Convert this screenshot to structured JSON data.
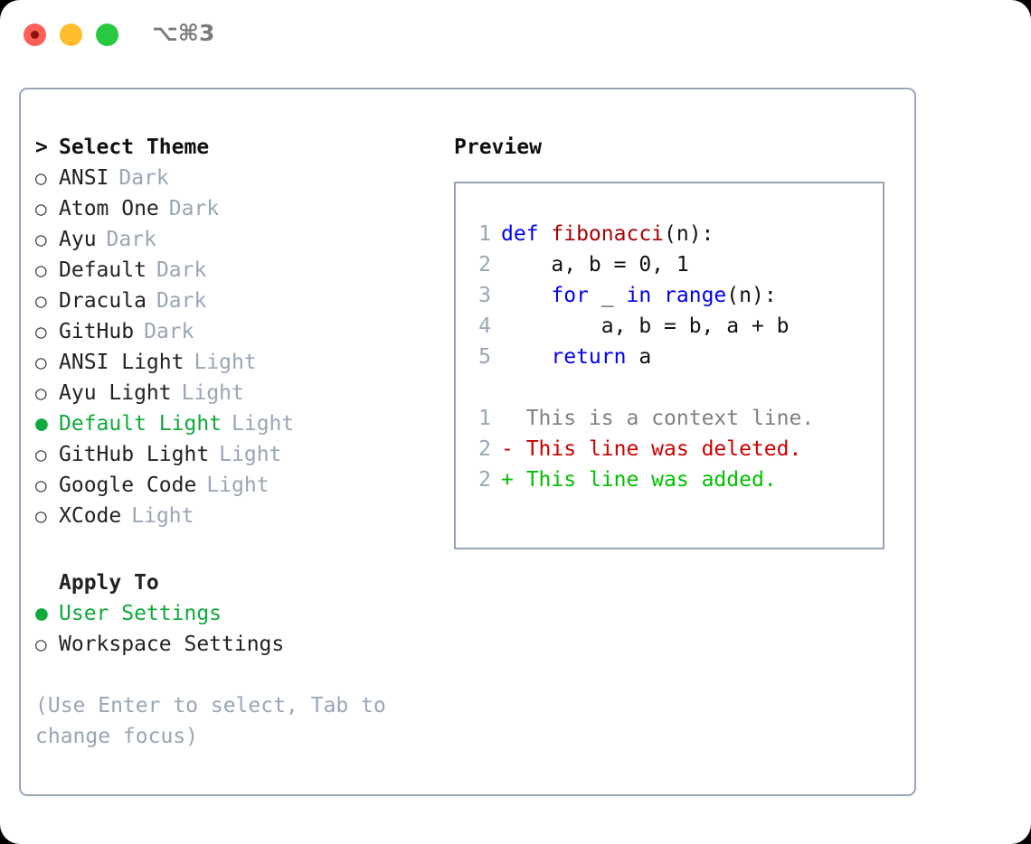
{
  "titlebar": {
    "shortcut": "⌥⌘3",
    "buttons": {
      "close": "close-button",
      "minimize": "minimize-button",
      "maximize": "maximize-button"
    }
  },
  "theme_picker": {
    "header_marker": ">",
    "header_label": "Select Theme",
    "unselected_marker": "○",
    "selected_marker": "●",
    "items": [
      {
        "marker": "○",
        "label": "ANSI",
        "suffix": "Dark",
        "selected": false
      },
      {
        "marker": "○",
        "label": "Atom One",
        "suffix": "Dark",
        "selected": false
      },
      {
        "marker": "○",
        "label": "Ayu",
        "suffix": "Dark",
        "selected": false
      },
      {
        "marker": "○",
        "label": "Default",
        "suffix": "Dark",
        "selected": false
      },
      {
        "marker": "○",
        "label": "Dracula",
        "suffix": "Dark",
        "selected": false
      },
      {
        "marker": "○",
        "label": "GitHub",
        "suffix": "Dark",
        "selected": false
      },
      {
        "marker": "○",
        "label": "ANSI Light",
        "suffix": "Light",
        "selected": false
      },
      {
        "marker": "○",
        "label": "Ayu Light",
        "suffix": "Light",
        "selected": false
      },
      {
        "marker": "●",
        "label": "Default Light",
        "suffix": "Light",
        "selected": true
      },
      {
        "marker": "○",
        "label": "GitHub Light",
        "suffix": "Light",
        "selected": false
      },
      {
        "marker": "○",
        "label": "Google Code",
        "suffix": "Light",
        "selected": false
      },
      {
        "marker": "○",
        "label": "XCode",
        "suffix": "Light",
        "selected": false
      }
    ]
  },
  "apply_to": {
    "title": "Apply To",
    "options": [
      {
        "marker": "●",
        "label": "User Settings",
        "selected": true
      },
      {
        "marker": "○",
        "label": "Workspace Settings",
        "selected": false
      }
    ]
  },
  "hint": "(Use Enter to select, Tab to change focus)",
  "preview": {
    "title": "Preview",
    "code_lines": [
      {
        "num": "1",
        "tokens": [
          {
            "t": "def ",
            "c": "kw"
          },
          {
            "t": "fibonacci",
            "c": "fn"
          },
          {
            "t": "(n):",
            "c": "pl"
          }
        ]
      },
      {
        "num": "2",
        "tokens": [
          {
            "t": "    a, b = 0, 1",
            "c": "pl"
          }
        ]
      },
      {
        "num": "3",
        "tokens": [
          {
            "t": "    ",
            "c": "pl"
          },
          {
            "t": "for",
            "c": "kw"
          },
          {
            "t": " _ ",
            "c": "pl"
          },
          {
            "t": "in",
            "c": "kw"
          },
          {
            "t": " ",
            "c": "pl"
          },
          {
            "t": "range",
            "c": "kw"
          },
          {
            "t": "(n):",
            "c": "pl"
          }
        ]
      },
      {
        "num": "4",
        "tokens": [
          {
            "t": "        a, b = b, a + b",
            "c": "pl"
          }
        ]
      },
      {
        "num": "5",
        "tokens": [
          {
            "t": "    ",
            "c": "pl"
          },
          {
            "t": "return",
            "c": "kw"
          },
          {
            "t": " a",
            "c": "pl"
          }
        ]
      }
    ],
    "diff_lines": [
      {
        "num": "1",
        "sign": "  ",
        "text": "This is a context line.",
        "kind": "ctx"
      },
      {
        "num": "2",
        "sign": "- ",
        "text": "This line was deleted.",
        "kind": "del"
      },
      {
        "num": "2",
        "sign": "+ ",
        "text": "This line was added.",
        "kind": "add"
      }
    ]
  },
  "colors": {
    "accent_green": "#10a93c",
    "muted": "#9aa5b5",
    "keyword_blue": "#0000ee",
    "function_red": "#aa0000",
    "diff_deleted": "#cc0000",
    "diff_added": "#00c000",
    "border": "#9aa5b5"
  }
}
